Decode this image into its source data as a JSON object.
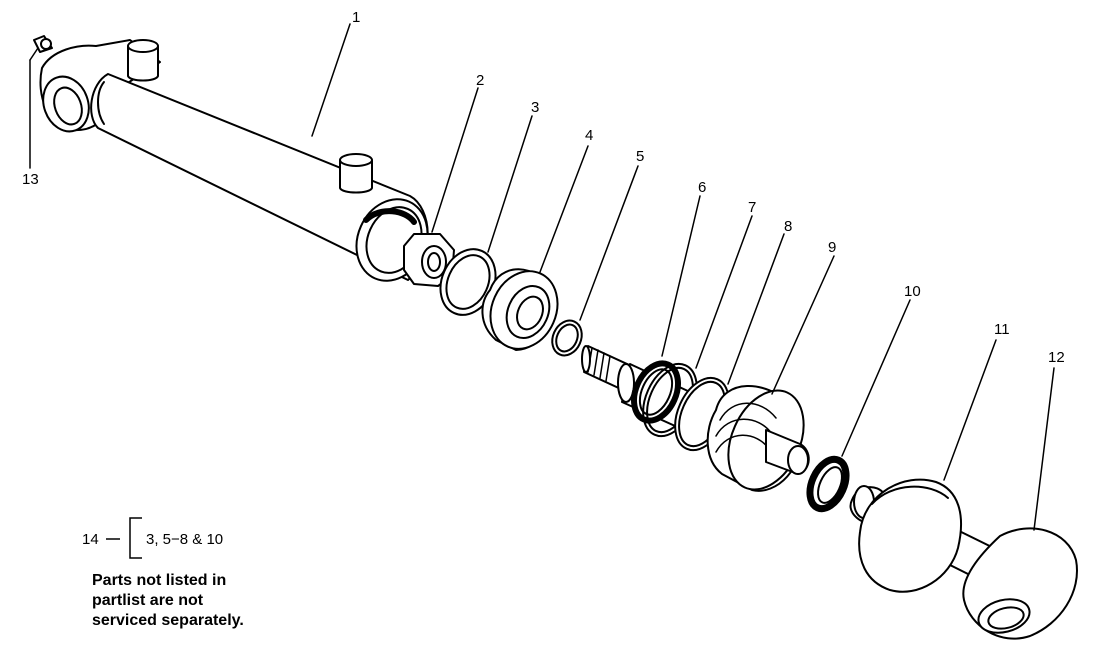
{
  "callouts": [
    {
      "id": "1",
      "label": "1"
    },
    {
      "id": "2",
      "label": "2"
    },
    {
      "id": "3",
      "label": "3"
    },
    {
      "id": "4",
      "label": "4"
    },
    {
      "id": "5",
      "label": "5"
    },
    {
      "id": "6",
      "label": "6"
    },
    {
      "id": "7",
      "label": "7"
    },
    {
      "id": "8",
      "label": "8"
    },
    {
      "id": "9",
      "label": "9"
    },
    {
      "id": "10",
      "label": "10"
    },
    {
      "id": "11",
      "label": "11"
    },
    {
      "id": "12",
      "label": "12"
    },
    {
      "id": "13",
      "label": "13"
    }
  ],
  "kit": {
    "number": "14",
    "contents": "3, 5−8 & 10"
  },
  "note": {
    "line1": "Parts not listed in",
    "line2": "partlist are not",
    "line3": "serviced separately."
  }
}
